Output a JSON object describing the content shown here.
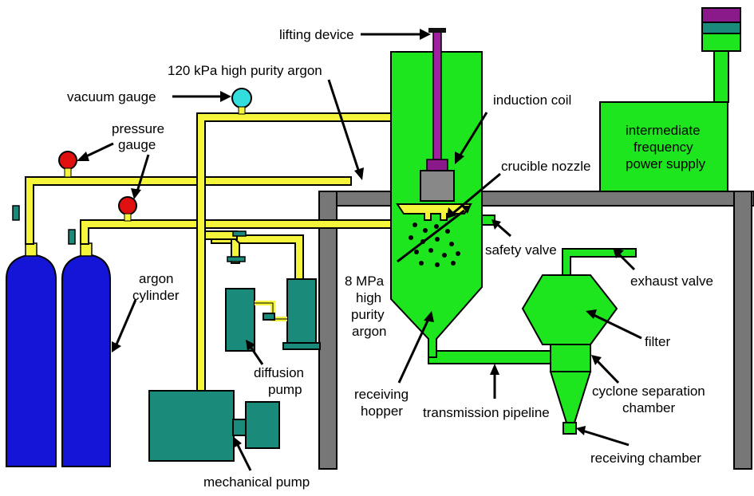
{
  "labels": {
    "lifting_device": "lifting device",
    "argon_120": "120 kPa high purity argon",
    "vacuum_gauge": "vacuum gauge",
    "induction_coil": "induction coil",
    "pressure_gauge_1": "pressure",
    "pressure_gauge_2": "gauge",
    "crucible_nozzle": "crucible nozzle",
    "power_supply_1": "intermediate",
    "power_supply_2": "frequency",
    "power_supply_3": "power supply",
    "safety_valve": "safety valve",
    "argon_cylinder_1": "argon",
    "argon_cylinder_2": "cylinder",
    "argon_8mpa_1": "8 MPa",
    "argon_8mpa_2": "high",
    "argon_8mpa_3": "purity",
    "argon_8mpa_4": "argon",
    "exhaust_valve": "exhaust valve",
    "filter": "filter",
    "diffusion_pump_1": "diffusion",
    "diffusion_pump_2": "pump",
    "receiving_hopper_1": "receiving",
    "receiving_hopper_2": "hopper",
    "cyclone_1": "cyclone separation",
    "cyclone_2": "chamber",
    "transmission_pipeline": "transmission pipeline",
    "receiving_chamber": "receiving chamber",
    "mechanical_pump": "mechanical pump"
  },
  "colors": {
    "green": "#1ee61e",
    "yellow": "#f5f53c",
    "blue": "#1515d8",
    "teal": "#1a8a7a",
    "purple": "#8a1a8a",
    "red": "#e01010",
    "cyan": "#33dddd",
    "gray": "#777777"
  }
}
